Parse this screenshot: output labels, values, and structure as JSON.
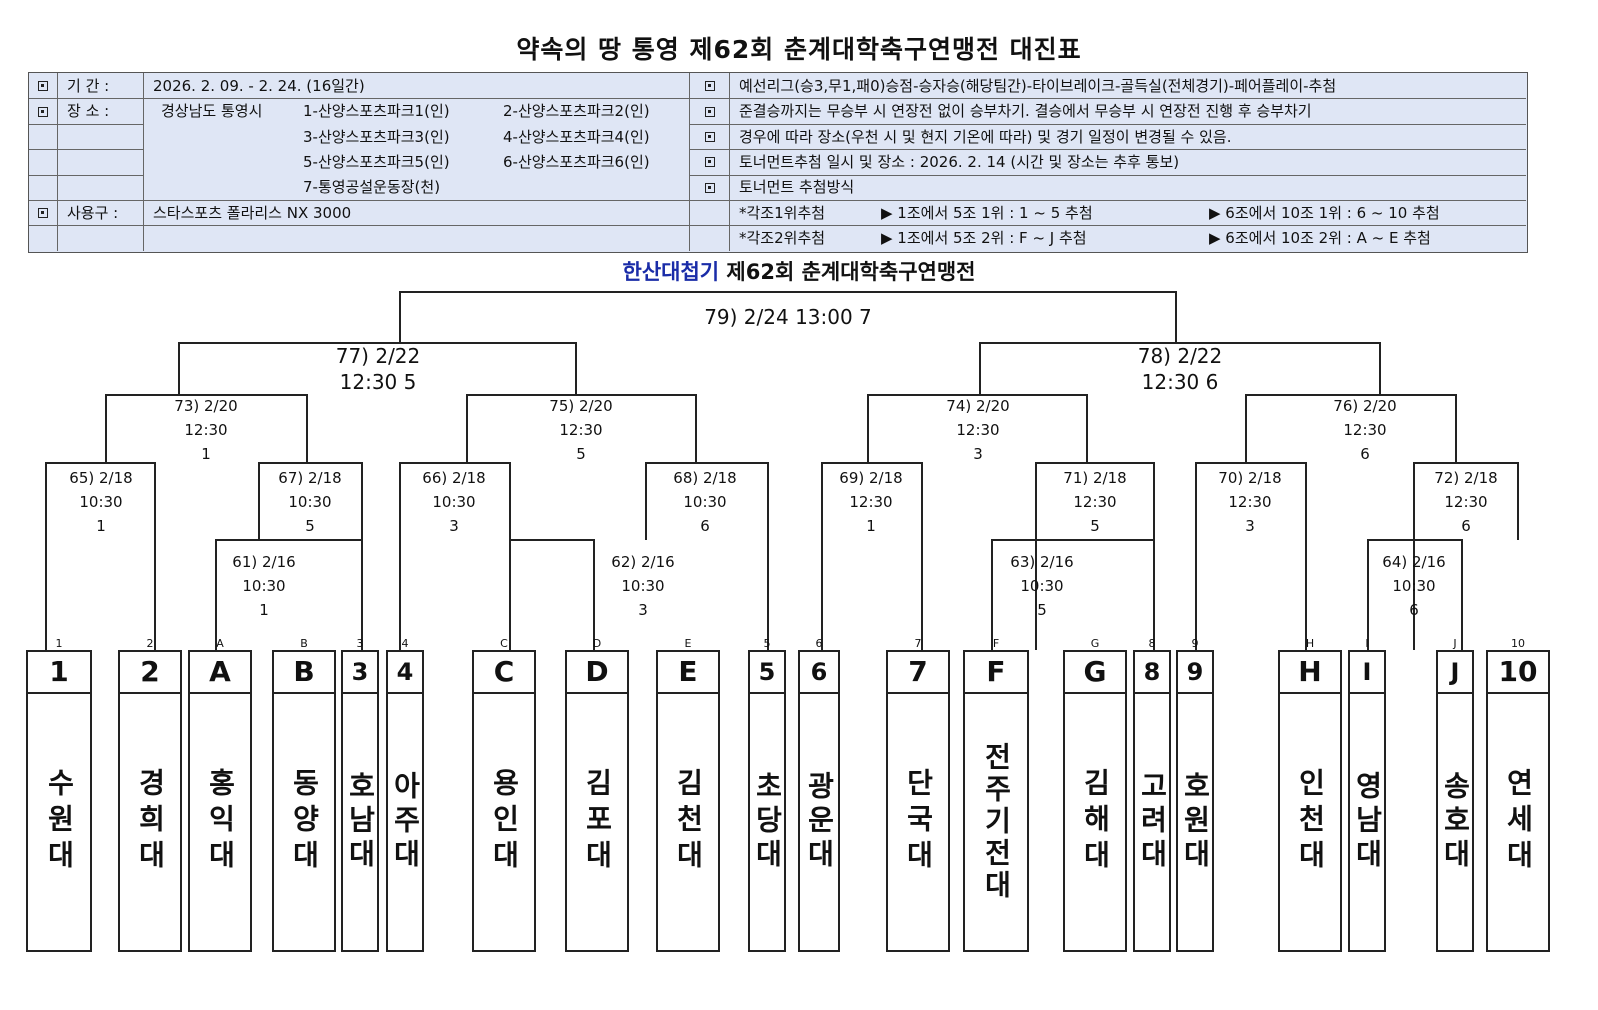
{
  "title": "약속의 땅 통영 제62회 춘계대학축구연맹전 대진표",
  "info": {
    "period_label": "기  간 :",
    "period_value": "2026. 2. 09. - 2. 24. (16일간)",
    "venue_label": "장  소 :",
    "venue_city": "경상남도 통영시",
    "venues": [
      "1-산양스포츠파크1(인)",
      "2-산양스포츠파크2(인)",
      "3-산양스포츠파크3(인)",
      "4-산양스포츠파크4(인)",
      "5-산양스포츠파크5(인)",
      "6-산양스포츠파크6(인)",
      "7-통영공설운동장(천)"
    ],
    "ball_label": "사용구 :",
    "ball_value": "스타스포츠 폴라리스 NX 3000",
    "rules": [
      "예선리그(승3,무1,패0)승점-승자승(해당팀간)-타이브레이크-골득실(전체경기)-페어플레이-추첨",
      "준결승까지는 무승부 시 연장전 없이 승부차기. 결승에서 무승부 시 연장전 진행 후 승부차기",
      "경우에 따라 장소(우천 시 및 현지 기온에 따라) 및 경기 일정이 변경될 수 있음.",
      "토너먼트추첨 일시 및 장소 : 2026. 2. 14 (시간 및 장소는 추후 통보)",
      "토너먼트 추첨방식"
    ],
    "draw": [
      {
        "label": "*각조1위추첨",
        "a": "▶ 1조에서 5조 1위 : 1 ~ 5 추첨",
        "b": "▶ 6조에서 10조 1위 : 6 ~ 10 추첨"
      },
      {
        "label": "*각조2위추첨",
        "a": "▶ 1조에서 5조 2위 : F ~ J 추첨",
        "b": "▶ 6조에서 10조 2위 : A ~ E 추첨"
      }
    ]
  },
  "subtitle": {
    "brand": "한산대첩기",
    "rest": " 제62회 춘계대학축구연맹전"
  },
  "matches": [
    {
      "no": "61) 2/16",
      "time": "10:30",
      "venue": "1"
    },
    {
      "no": "62) 2/16",
      "time": "10:30",
      "venue": "3"
    },
    {
      "no": "63) 2/16",
      "time": "10:30",
      "venue": "5"
    },
    {
      "no": "64) 2/16",
      "time": "10:30",
      "venue": "6"
    },
    {
      "no": "65) 2/18",
      "time": "10:30",
      "venue": "1"
    },
    {
      "no": "67) 2/18",
      "time": "10:30",
      "venue": "5"
    },
    {
      "no": "66) 2/18",
      "time": "10:30",
      "venue": "3"
    },
    {
      "no": "68) 2/18",
      "time": "10:30",
      "venue": "6"
    },
    {
      "no": "69) 2/18",
      "time": "12:30",
      "venue": "1"
    },
    {
      "no": "71) 2/18",
      "time": "12:30",
      "venue": "5"
    },
    {
      "no": "70) 2/18",
      "time": "12:30",
      "venue": "3"
    },
    {
      "no": "72) 2/18",
      "time": "12:30",
      "venue": "6"
    },
    {
      "no": "73) 2/20",
      "time": "12:30",
      "venue": "1"
    },
    {
      "no": "75) 2/20",
      "time": "12:30",
      "venue": "5"
    },
    {
      "no": "74) 2/20",
      "time": "12:30",
      "venue": "3"
    },
    {
      "no": "76) 2/20",
      "time": "12:30",
      "venue": "6"
    },
    {
      "no": "77) 2/22",
      "time": "12:30 5",
      "venue": ""
    },
    {
      "no": "78) 2/22",
      "time": "12:30 6",
      "venue": ""
    },
    {
      "no": "79) 2/24 13:00 7",
      "time": "",
      "venue": ""
    }
  ],
  "teams": [
    {
      "slot": "1",
      "seed": "1",
      "name": "수원대"
    },
    {
      "slot": "2",
      "seed": "2",
      "name": "경희대"
    },
    {
      "slot": "A",
      "seed": "A",
      "name": "홍익대"
    },
    {
      "slot": "B",
      "seed": "B",
      "name": "동양대"
    },
    {
      "slot": "3",
      "seed": "3",
      "name": "호남대"
    },
    {
      "slot": "4",
      "seed": "4",
      "name": "아주대"
    },
    {
      "slot": "C",
      "seed": "C",
      "name": "용인대"
    },
    {
      "slot": "D",
      "seed": "D",
      "name": "김포대"
    },
    {
      "slot": "E",
      "seed": "E",
      "name": "김천대"
    },
    {
      "slot": "5",
      "seed": "5",
      "name": "초당대"
    },
    {
      "slot": "6",
      "seed": "6",
      "name": "광운대"
    },
    {
      "slot": "7",
      "seed": "7",
      "name": "단국대"
    },
    {
      "slot": "F",
      "seed": "F",
      "name": "전주기전대"
    },
    {
      "slot": "G",
      "seed": "G",
      "name": "김해대"
    },
    {
      "slot": "8",
      "seed": "8",
      "name": "고려대"
    },
    {
      "slot": "9",
      "seed": "9",
      "name": "호원대"
    },
    {
      "slot": "H",
      "seed": "H",
      "name": "인천대"
    },
    {
      "slot": "I",
      "seed": "I",
      "name": "영남대"
    },
    {
      "slot": "J",
      "seed": "J",
      "name": "송호대"
    },
    {
      "slot": "10",
      "seed": "10",
      "name": "연세대"
    }
  ]
}
